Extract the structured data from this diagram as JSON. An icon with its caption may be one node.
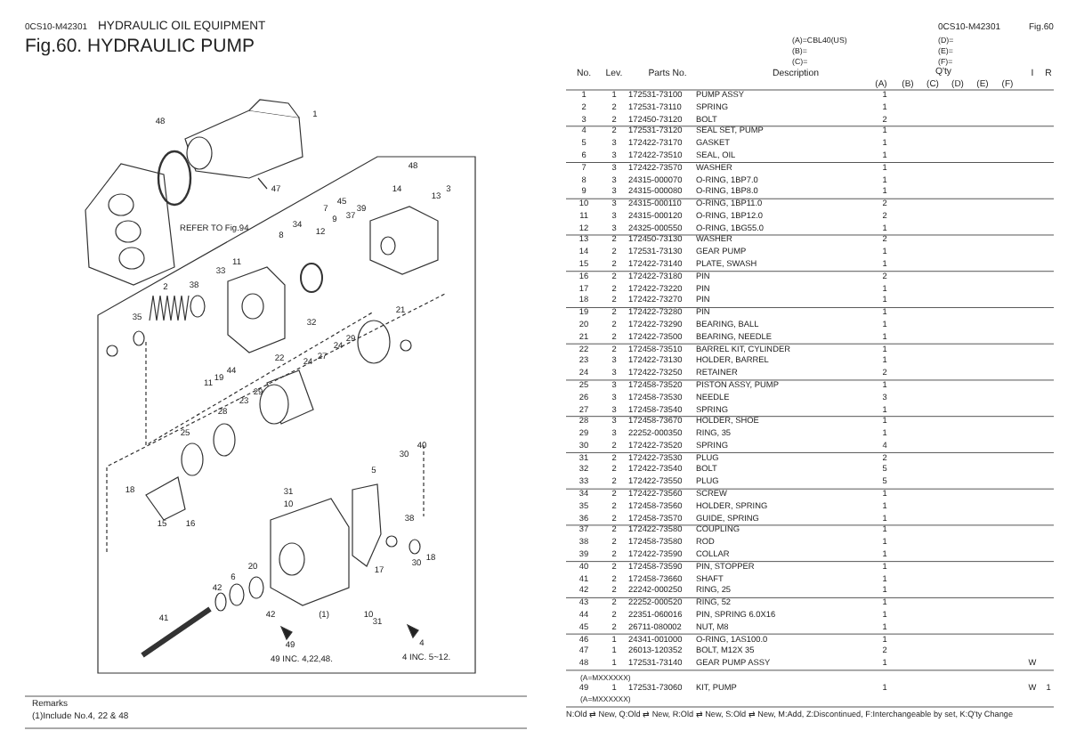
{
  "diagram": {
    "title": "Fig.60. HYDRAULIC PUMP",
    "labels": [
      "0CS10-M42301",
      "HYDRAULIC OIL EQUIPMENT",
      "0CS10-M42301",
      "Fig.60",
      "(A)=CBL40(US)",
      "(D)=",
      "(B)=",
      "(E)=",
      "(C)=",
      "(F)=",
      "No.",
      "Lev.",
      "Parts No.",
      "Description",
      "Q'ty",
      "I",
      "R",
      "(A)",
      "(B)",
      "(C)",
      "(D)",
      "(E)",
      "(F)",
      "48",
      "1",
      "47",
      "REFER TO Fig.94",
      "48",
      "14",
      "13",
      "3",
      "7",
      "45",
      "37",
      "39",
      "9",
      "12",
      "34",
      "8",
      "11",
      "33",
      "2",
      "38",
      "35",
      "32",
      "21",
      "22",
      "24",
      "29",
      "24",
      "27",
      "44",
      "19",
      "11",
      "29",
      "23",
      "28",
      "25",
      "40",
      "30",
      "5",
      "18",
      "31",
      "10",
      "38",
      "15",
      "16",
      "18",
      "30",
      "20",
      "17",
      "6",
      "42",
      "42",
      "(1)",
      "10",
      "41",
      "31",
      "49",
      "4",
      "49 INC. 4,22,48.",
      "4 INC. 5~12.",
      "1",
      "1",
      "172531-73100",
      "PUMP ASSY",
      "1",
      "2",
      "2",
      "172531-73110",
      "SPRING",
      "1",
      "3",
      "2",
      "172450-73120",
      "BOLT",
      "2",
      "4",
      "2",
      "172531-73120",
      "SEAL SET, PUMP",
      "1",
      "5",
      "3",
      "172422-73170",
      "GASKET",
      "1",
      "6",
      "3",
      "172422-73510",
      "SEAL, OIL",
      "1",
      "7",
      "3",
      "172422-73570",
      "WASHER",
      "1",
      "8",
      "3",
      "24315-000070",
      "O-RING, 1BP7.0",
      "1",
      "9",
      "3",
      "24315-000080",
      "O-RING, 1BP8.0",
      "1",
      "10",
      "3",
      "24315-000110",
      "O-RING, 1BP11.0",
      "2",
      "11",
      "3",
      "24315-000120",
      "O-RING, 1BP12.0",
      "2",
      "12",
      "3",
      "24325-000550",
      "O-RING, 1BG55.0",
      "1",
      "13",
      "2",
      "172450-73130",
      "WASHER",
      "2",
      "14",
      "2",
      "172531-73130",
      "GEAR PUMP",
      "1",
      "15",
      "2",
      "172422-73140",
      "PLATE, SWASH",
      "1",
      "16",
      "2",
      "172422-73180",
      "PIN",
      "2",
      "17",
      "2",
      "172422-73220",
      "PIN",
      "1",
      "18",
      "2",
      "172422-73270",
      "PIN",
      "1",
      "19",
      "2",
      "172422-73280",
      "PIN",
      "1",
      "20",
      "2",
      "172422-73290",
      "BEARING, BALL",
      "1",
      "21",
      "2",
      "172422-73500",
      "BEARING, NEEDLE",
      "1",
      "22",
      "2",
      "172458-73510",
      "BARREL KIT, CYLINDER",
      "1",
      "23",
      "3",
      "172422-73130",
      "HOLDER, BARREL",
      "1",
      "24",
      "3",
      "172422-73250",
      "RETAINER",
      "2",
      "25",
      "3",
      "172458-73520",
      "PISTON ASSY, PUMP",
      "1",
      "26",
      "3",
      "172458-73530",
      "NEEDLE",
      "3",
      "27",
      "3",
      "172458-73540",
      "SPRING",
      "1",
      "28",
      "3",
      "172458-73670",
      "HOLDER, SHOE",
      "1",
      "29",
      "3",
      "22252-000350",
      "RING, 35",
      "1",
      "30",
      "2",
      "172422-73520",
      "SPRING",
      "4",
      "31",
      "2",
      "172422-73530",
      "PLUG",
      "2",
      "32",
      "2",
      "172422-73540",
      "BOLT",
      "5",
      "33",
      "2",
      "172422-73550",
      "PLUG",
      "5",
      "34",
      "2",
      "172422-73560",
      "SCREW",
      "1",
      "35",
      "2",
      "172458-73560",
      "HOLDER, SPRING",
      "1",
      "36",
      "2",
      "172458-73570",
      "GUIDE, SPRING",
      "1",
      "37",
      "2",
      "172422-73580",
      "COUPLING",
      "1",
      "38",
      "2",
      "172458-73580",
      "ROD",
      "1",
      "39",
      "2",
      "172422-73590",
      "COLLAR",
      "1",
      "40",
      "2",
      "172458-73590",
      "PIN, STOPPER",
      "1",
      "41",
      "2",
      "172458-73660",
      "SHAFT",
      "1",
      "42",
      "2",
      "22242-000250",
      "RING, 25",
      "1",
      "43",
      "2",
      "22252-000520",
      "RING, 52",
      "1",
      "44",
      "2",
      "22351-060016",
      "PIN, SPRING 6.0X16",
      "1",
      "45",
      "2",
      "26711-080002",
      "NUT, M8",
      "1",
      "46",
      "1",
      "24341-001000",
      "O-RING, 1AS100.0",
      "1",
      "47",
      "1",
      "26013-120352",
      "BOLT, M12X 35",
      "2",
      "48",
      "1",
      "172531-73140",
      "GEAR PUMP ASSY",
      "1",
      "W",
      "(A=MXXXXXX)",
      "49",
      "1",
      "172531-73060",
      "KIT, PUMP",
      "1",
      "W",
      "1",
      "(A=MXXXXXX)",
      "N:Old ⇄ New, Q:Old ⇄ New, R:Old ⇄ New, S:Old ⇄ New, M:Add, Z:Discontinued, F:Interchangeable by set, K:Q'ty Change",
      "Remarks",
      "(1)Include No.4, 22 & 48"
    ]
  }
}
